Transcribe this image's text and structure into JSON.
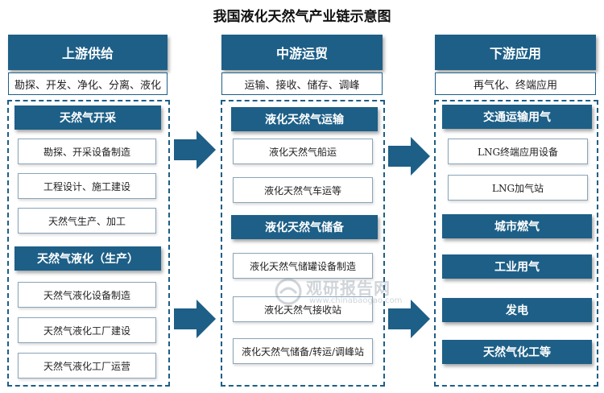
{
  "title": "我国液化天然气产业链示意图",
  "columns": {
    "upstream": {
      "header": "上游供给",
      "summary": "勘探、开发、净化、分离、液化",
      "sections": [
        {
          "label": "天然气开采",
          "items": [
            "勘探、开采设备制造",
            "工程设计、施工建设",
            "天然气生产、加工"
          ]
        },
        {
          "label": "天然气液化（生产）",
          "items": [
            "天然气液化设备制造",
            "天然气液化工厂建设",
            "天然气液化工厂运营"
          ]
        }
      ]
    },
    "midstream": {
      "header": "中游运贸",
      "summary": "运输、接收、储存、调峰",
      "sections": [
        {
          "label": "液化天然气运输",
          "items": [
            "液化天然气船运",
            "液化天然气车运等"
          ]
        },
        {
          "label": "液化天然气储备",
          "items": [
            "液化天然气储罐设备制造",
            "液化天然气接收站",
            "液化天然气储备/转运/调峰站"
          ]
        }
      ]
    },
    "downstream": {
      "header": "下游应用",
      "summary": "再气化、终端应用",
      "sections": [
        {
          "label": "交通运输用气",
          "items": [
            "LNG终端应用设备",
            "LNG加气站"
          ]
        },
        {
          "label": "城市燃气",
          "items": []
        },
        {
          "label": "工业用气",
          "items": []
        },
        {
          "label": "发电",
          "items": []
        },
        {
          "label": "天然气化工等",
          "items": []
        }
      ]
    }
  },
  "watermark": {
    "text": "观研报告网",
    "url": "www.chinabaogao.com"
  },
  "colors": {
    "primary": "#1d5f87",
    "item_border": "#8aa4b8",
    "dash": "#1d5f87"
  }
}
